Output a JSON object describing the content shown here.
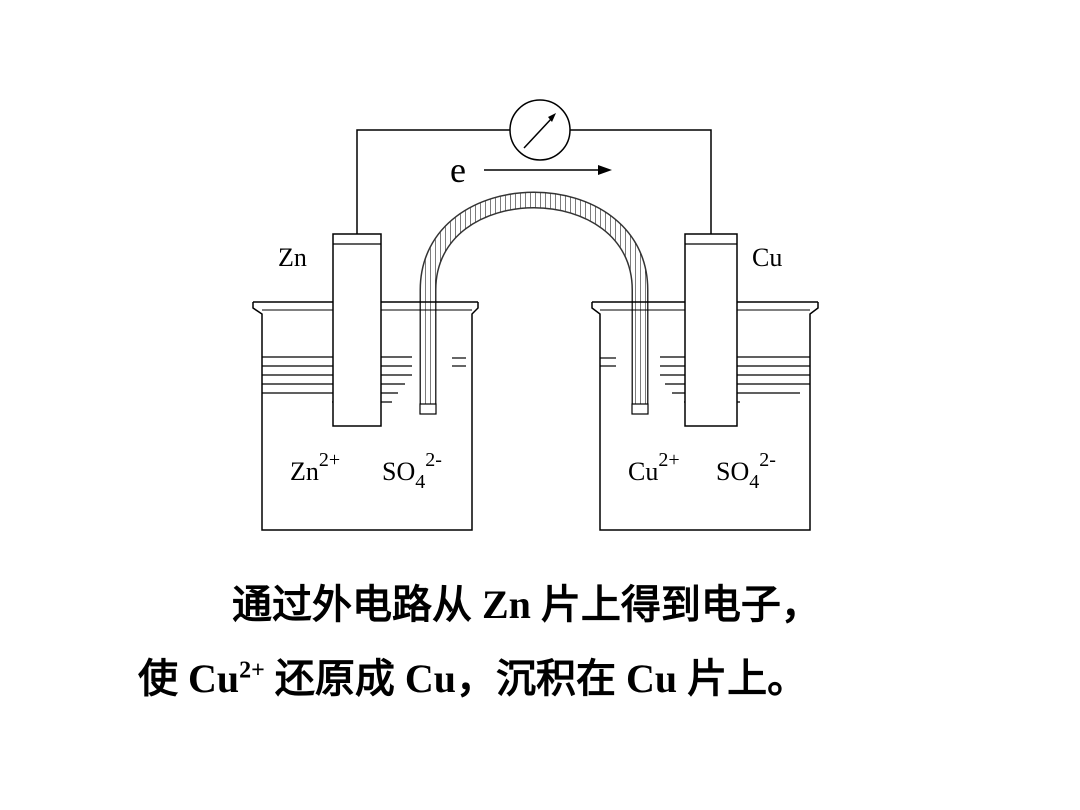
{
  "diagram": {
    "electron_label": "e",
    "left_electrode": "Zn",
    "right_electrode": "Cu",
    "left_ions": {
      "cation": "Zn",
      "cation_charge": "2+",
      "anion": "SO",
      "anion_sub": "4",
      "anion_charge": "2-"
    },
    "right_ions": {
      "cation": "Cu",
      "cation_charge": "2+",
      "anion": "SO",
      "anion_sub": "4",
      "anion_charge": "2-"
    }
  },
  "caption": {
    "line1": "通过外电路从 Zn 片上得到电子，",
    "line2_prefix": "使 Cu",
    "line2_sup": "2+",
    "line2_suffix": " 还原成 Cu，沉积在 Cu 片上。"
  }
}
